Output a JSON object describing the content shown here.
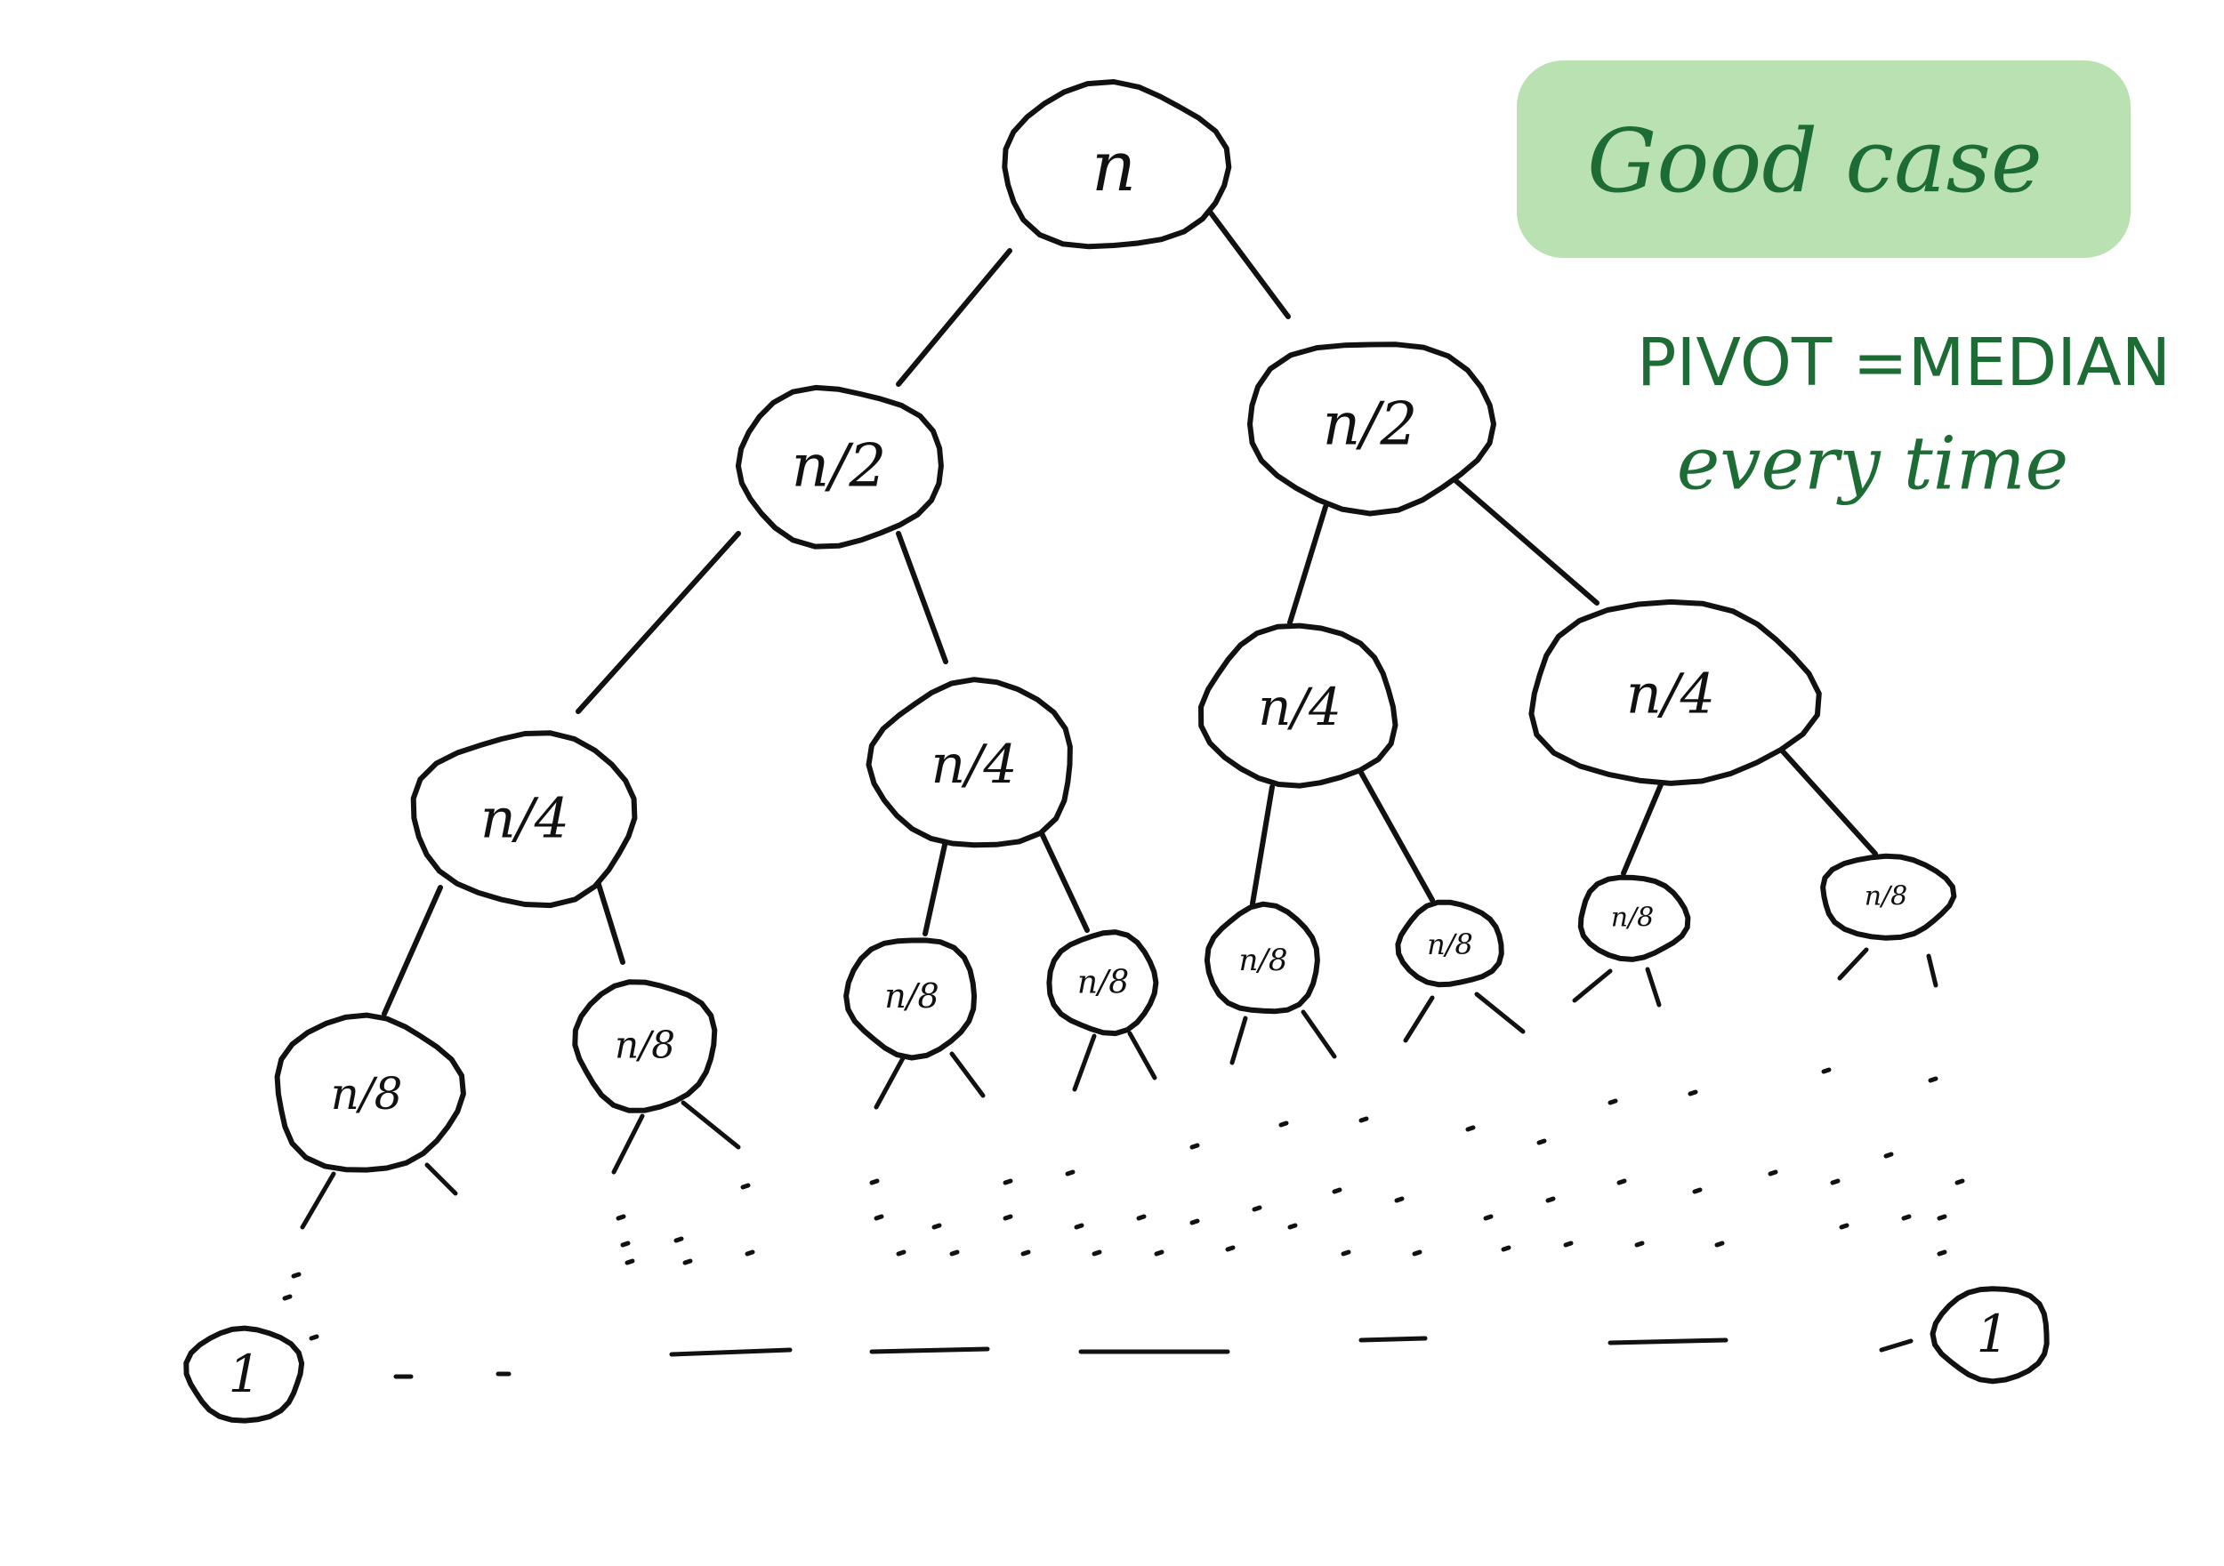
{
  "badge": {
    "text": "Good case",
    "background_color": "#b9e1b1",
    "text_color": "#1d6b35"
  },
  "note": {
    "line1": "PIVOT =MEDIAN",
    "line2": "every time",
    "color": "#1d6b35"
  },
  "tree": {
    "root": {
      "label": "n"
    },
    "level1": [
      {
        "label": "n/2"
      },
      {
        "label": "n/2"
      }
    ],
    "level2": [
      {
        "label": "n/4"
      },
      {
        "label": "n/4"
      },
      {
        "label": "n/4"
      },
      {
        "label": "n/4"
      }
    ],
    "level3": [
      {
        "label": "n/8"
      },
      {
        "label": "n/8"
      },
      {
        "label": "n/8"
      },
      {
        "label": "n/8"
      },
      {
        "label": "n/8"
      },
      {
        "label": "n/8"
      },
      {
        "label": "n/8"
      },
      {
        "label": "n/8"
      }
    ],
    "leaves": [
      {
        "label": "1"
      },
      {
        "label": "1"
      }
    ],
    "ink_color": "#111111"
  }
}
